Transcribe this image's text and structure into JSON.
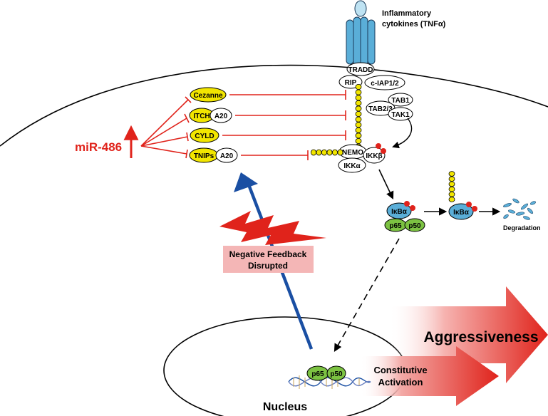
{
  "receptor": {
    "label_line1": "Inflammatory",
    "label_line2": "cytokines (TNFα)"
  },
  "complex": {
    "tradd": "TRADD",
    "rip": "RIP",
    "ciap": "c-IAP1/2",
    "tab1": "TAB1",
    "tab23": "TAB2/3",
    "tak1": "TAK1",
    "nemo": "NEMO",
    "ikka": "IKKα",
    "ikkb": "IKKβ",
    "ub": "Ub",
    "p": "P"
  },
  "regulators": {
    "cezanne": "Cezanne",
    "itch": "ITCH",
    "a20_1": "A20",
    "cyld": "CYLD",
    "tnips": "TNIPs",
    "a20_2": "A20"
  },
  "mirna": "miR-486",
  "pathway": {
    "ikba_1": "IκBα",
    "ikba_2": "IκBα",
    "p65": "p65",
    "p50": "p50",
    "degradation": "Degradation"
  },
  "feedback": {
    "line1": "Negative Feedback",
    "line2": "Disrupted"
  },
  "nucleus": {
    "label": "Nucleus",
    "p65": "p65",
    "p50": "p50",
    "constitutive_line1": "Constitutive",
    "constitutive_line2": "Activation"
  },
  "aggressiveness": "Aggressiveness",
  "colors": {
    "red": "#e0231b",
    "blue": "#1a4fa3",
    "yellow": "#f2e600",
    "green": "#7cc242",
    "cyan": "#5aaed8",
    "pink": "#f4b6b6"
  }
}
